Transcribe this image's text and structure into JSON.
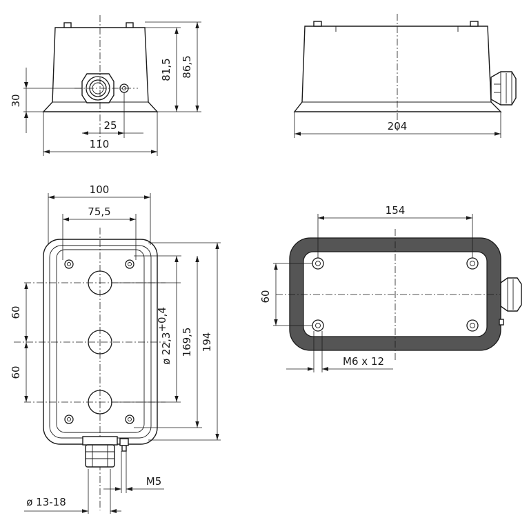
{
  "front_view": {
    "dim_height_inner": "81,5",
    "dim_height_total": "86,5",
    "dim_entry_height": "30",
    "dim_entry_offset": "25",
    "dim_width": "110"
  },
  "side_view": {
    "dim_length": "204"
  },
  "top_view": {
    "dim_width_total": "100",
    "dim_hole_spacing_x": "75,5",
    "dim_spacing_1": "60",
    "dim_spacing_2": "60",
    "dim_diameter_prefix": "ø 22,3",
    "dim_diameter_tol": "+0,4",
    "dim_hole_spacing_y": "169,5",
    "dim_length_total": "194",
    "dim_gland": "ø 13-18",
    "dim_screw": "M5"
  },
  "bottom_view": {
    "dim_hole_spacing_x": "154",
    "dim_hole_spacing_y": "60",
    "dim_thread": "M6 x 12"
  }
}
